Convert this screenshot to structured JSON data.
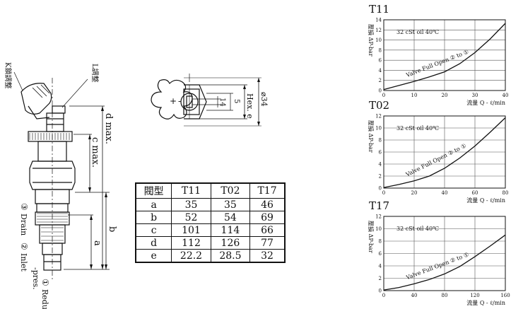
{
  "valve_drawing": {
    "label_k": "K鎖調整",
    "label_l": "L調整",
    "dim_d": "d max.",
    "dim_c": "c max.",
    "dim_b": "b",
    "dim_a": "a",
    "port3_num": "③",
    "port3_name": "Drain",
    "port2_num": "②",
    "port2_name": "Inlet",
    "port1_num": "①",
    "port1_name": "Reduced",
    "port1_name2": "-pres."
  },
  "section_view": {
    "hex_label": "Hex. e",
    "dia_label": "⌀34",
    "dim_14": "14",
    "dim_5": "5",
    "plus": "+",
    "minus": "-"
  },
  "dimension_table": {
    "headers": [
      "閥型",
      "T11",
      "T02",
      "T17"
    ],
    "rows": [
      [
        "a",
        "35",
        "35",
        "46"
      ],
      [
        "b",
        "52",
        "54",
        "69"
      ],
      [
        "c",
        "101",
        "114",
        "66"
      ],
      [
        "d",
        "112",
        "126",
        "77"
      ],
      [
        "e",
        "22.2",
        "28.5",
        "32"
      ]
    ]
  },
  "chart_data": [
    {
      "type": "line",
      "title": "T11",
      "ylabel": "壓損 ΔP-bar",
      "xlabel": "流量 Q - ℓ/min",
      "annotation": "32 cSt oil 40℃",
      "curve_label": "Valve Full Open ② to ①",
      "xlim": [
        0,
        40
      ],
      "ylim": [
        0,
        14
      ],
      "xticks": [
        0,
        10,
        20,
        30,
        40
      ],
      "yticks": [
        0,
        2,
        4,
        6,
        8,
        10,
        12,
        14
      ],
      "grid": true,
      "x": [
        0,
        5,
        10,
        15,
        20,
        25,
        30,
        35,
        40
      ],
      "y": [
        0.2,
        1.0,
        1.8,
        2.7,
        3.7,
        5.3,
        7.5,
        10.2,
        13.3
      ]
    },
    {
      "type": "line",
      "title": "T02",
      "ylabel": "壓損 ΔP-bar",
      "xlabel": "流量 Q - ℓ/min",
      "annotation": "32 cSt oil 40℃",
      "curve_label": "Valve Full Open ② to ①",
      "xlim": [
        0,
        80
      ],
      "ylim": [
        0,
        12
      ],
      "xticks": [
        0,
        20,
        40,
        60,
        80
      ],
      "yticks": [
        0,
        2,
        4,
        6,
        8,
        10,
        12
      ],
      "grid": true,
      "x": [
        0,
        10,
        20,
        30,
        40,
        50,
        60,
        70,
        80
      ],
      "y": [
        0.1,
        0.6,
        1.2,
        2.0,
        3.3,
        5.0,
        7.0,
        9.3,
        11.7
      ]
    },
    {
      "type": "line",
      "title": "T17",
      "ylabel": "壓損 ΔP-bar",
      "xlabel": "流量 Q - ℓ/min",
      "annotation": "32 cSt oil 40℃",
      "curve_label": "Valve Full Open ② to ①",
      "xlim": [
        0,
        160
      ],
      "ylim": [
        0,
        12
      ],
      "xticks": [
        0,
        40,
        80,
        120,
        160
      ],
      "yticks": [
        0,
        2,
        4,
        6,
        8,
        10,
        12
      ],
      "grid": true,
      "x": [
        0,
        20,
        40,
        60,
        80,
        100,
        120,
        140,
        160
      ],
      "y": [
        0.1,
        0.5,
        1.1,
        1.8,
        2.7,
        3.9,
        5.5,
        7.2,
        9.0
      ]
    }
  ]
}
